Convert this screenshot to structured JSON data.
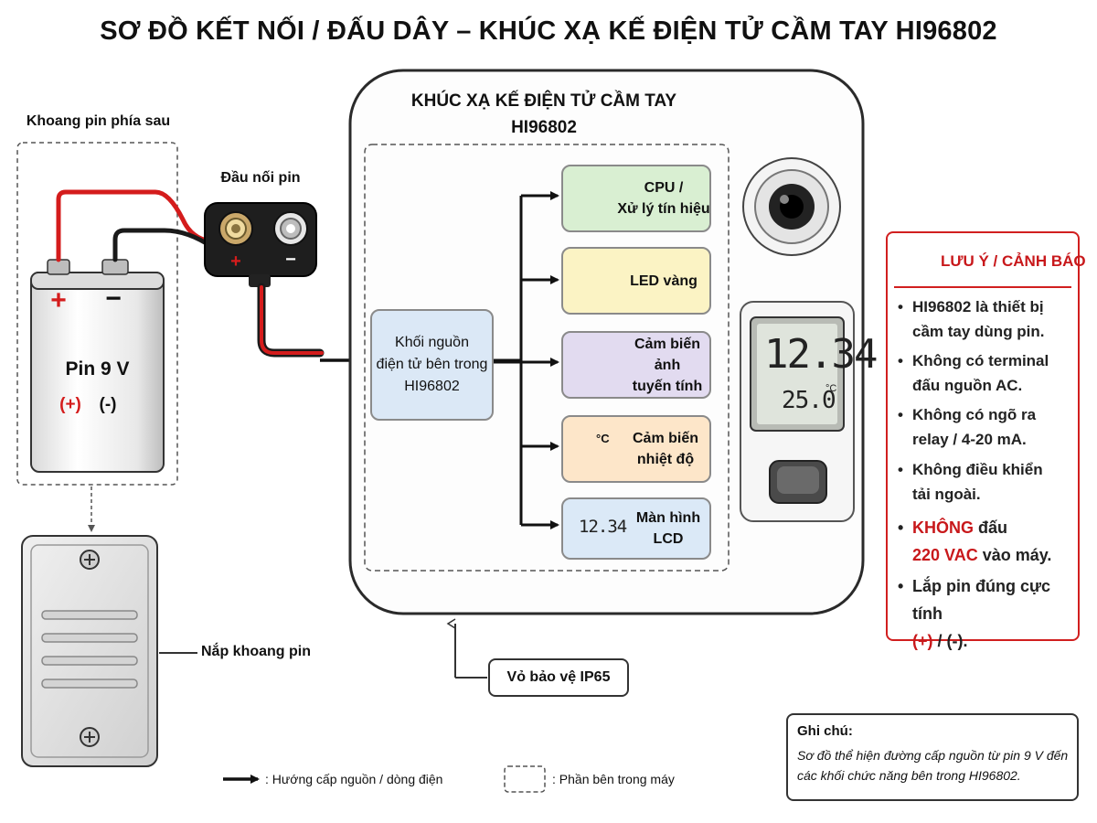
{
  "title": "SƠ ĐỒ KẾT NỐI / ĐẤU DÂY – KHÚC XẠ KẾ ĐIỆN TỬ CẦM TAY HI96802",
  "battery_compartment": {
    "label": "Khoang pin phía sau",
    "battery_label": "Pin 9 V",
    "polarity_plus": "(+)",
    "polarity_minus": "(-)",
    "terminal_plus": "+",
    "terminal_minus": "−"
  },
  "connector": {
    "label": "Đầu nối pin",
    "plus": "+",
    "minus": "−"
  },
  "cover": {
    "label": "Nắp khoang pin"
  },
  "device": {
    "title_line1": "KHÚC XẠ KẾ ĐIỆN TỬ CẦM TAY",
    "title_line2": "HI96802",
    "housing_label": "Vỏ bảo vệ IP65",
    "lcd_main": "12.34",
    "lcd_temp": "25.0",
    "lcd_temp_unit": "°C"
  },
  "power_block": {
    "line1": "Khối nguồn",
    "line2": "điện tử bên trong",
    "line3": "HI96802"
  },
  "modules": [
    {
      "line1": "CPU /",
      "line2": "Xử lý tín hiệu",
      "color": "#d9efd2",
      "icon": "chip-icon"
    },
    {
      "line1": "LED vàng",
      "line2": "",
      "color": "#fbf3c4",
      "icon": "led-icon"
    },
    {
      "line1": "Cảm biến ảnh",
      "line2": "tuyến tính",
      "color": "#e2dbf0",
      "icon": "linear-sensor-icon"
    },
    {
      "line1": "Cảm biến",
      "line2": "nhiệt độ",
      "color": "#fde6c9",
      "icon": "thermometer-icon"
    },
    {
      "line1": "Màn hình",
      "line2": "LCD",
      "color": "#dbe9f7",
      "icon": "lcd-icon"
    }
  ],
  "thermo_unit": "°C",
  "mini_lcd_value": "12.34",
  "warning": {
    "title": "LƯU Ý / CẢNH BÁO",
    "bullet_dot": "•",
    "items": [
      {
        "line1": "HI96802 là thiết bị",
        "line2": "cầm tay dùng pin."
      },
      {
        "line1": "Không có terminal",
        "line2": "đấu nguồn AC."
      },
      {
        "line1": "Không có ngõ ra",
        "line2": "relay / 4-20 mA."
      },
      {
        "line1": "Không điều khiển",
        "line2": "tải ngoài."
      }
    ],
    "item5": {
      "strong": "KHÔNG",
      "rest1": " đấu",
      "strong2": "220 VAC",
      "rest2": " vào máy."
    },
    "item6": {
      "line1": "Lắp pin đúng cực tính",
      "plus": "(+)",
      "rest": " / (-)."
    }
  },
  "note": {
    "title": "Ghi chú:",
    "text": "Sơ đồ thể hiện đường cấp nguồn từ pin 9 V đến các khối chức năng bên trong HI96802."
  },
  "legend": {
    "arrow": ": Hướng cấp nguồn / dòng điện",
    "dashed": ": Phần bên trong máy"
  },
  "colors": {
    "wire_red": "#d41c1c",
    "wire_black": "#1a1a1a",
    "warning_red": "#c8181b",
    "power_block": "#dbe8f6"
  }
}
